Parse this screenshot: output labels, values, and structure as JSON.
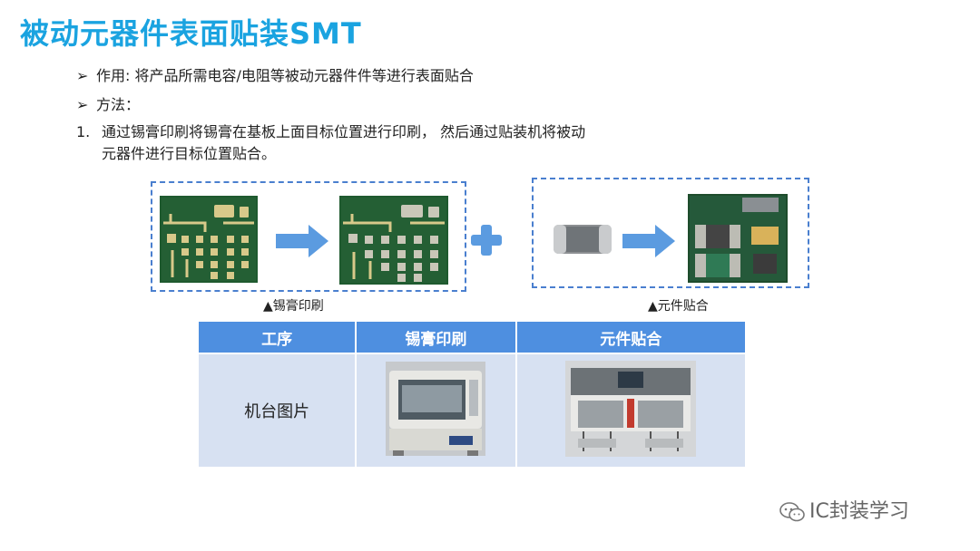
{
  "title": "被动元器件表面贴装SMT",
  "bullets": [
    {
      "mark": "➢",
      "text": "作用: 将产品所需电容/电阻等被动元器件件等进行表面贴合"
    },
    {
      "mark": "➢",
      "text": "方法："
    }
  ],
  "numbered": {
    "number": "1.",
    "line1": "通过锡膏印刷将锡膏在基板上面目标位置进行印刷， 然后通过贴装机将被动",
    "line2": "元器件进行目标位置贴合。"
  },
  "captions": {
    "printing": "▲锡膏印刷",
    "placement": "▲元件贴合"
  },
  "table": {
    "headers": [
      "工序",
      "锡膏印刷",
      "元件贴合"
    ],
    "row_label": "机台图片"
  },
  "watermark": "IC封装学习",
  "colors": {
    "title": "#1aa3e0",
    "arrow": "#5b9be0",
    "header_bg": "#4e8fe0",
    "cell_bg": "#d7e1f2",
    "pcb_green": "#1f5a2f",
    "pad_gold": "#d8c98a"
  }
}
